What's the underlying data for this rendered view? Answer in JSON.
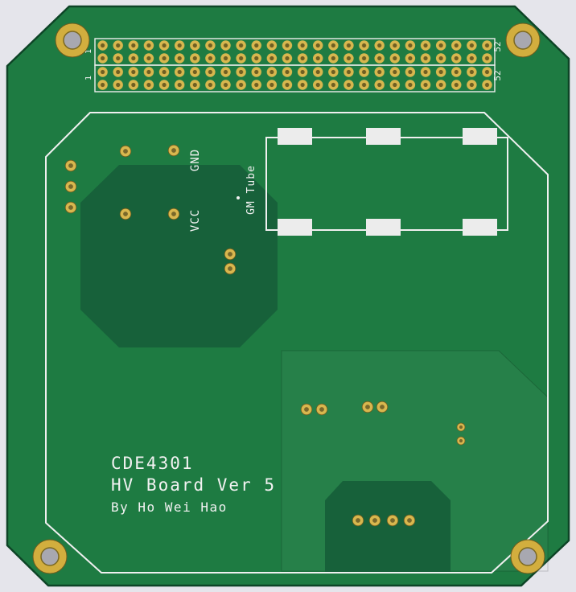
{
  "image_type": "pcb-3d-render",
  "colors": {
    "background": "#e5e5eb",
    "board": "#1e7b42",
    "board_edge": "#0d4426",
    "zone_dark": "#17613a",
    "silkscreen": "#f2f2f2",
    "pad_gold": "#d8b74e",
    "hole_gray": "#a8a8b0"
  },
  "silkscreen": {
    "gnd_label": "GND",
    "vcc_label": "VCC",
    "gm_tube_label": "GM Tube",
    "header_pin_first": "1",
    "header_pin_last": "52",
    "title_line1": "CDE4301",
    "title_line2": "HV Board Ver 5",
    "title_line3": "By Ho Wei Hao"
  }
}
